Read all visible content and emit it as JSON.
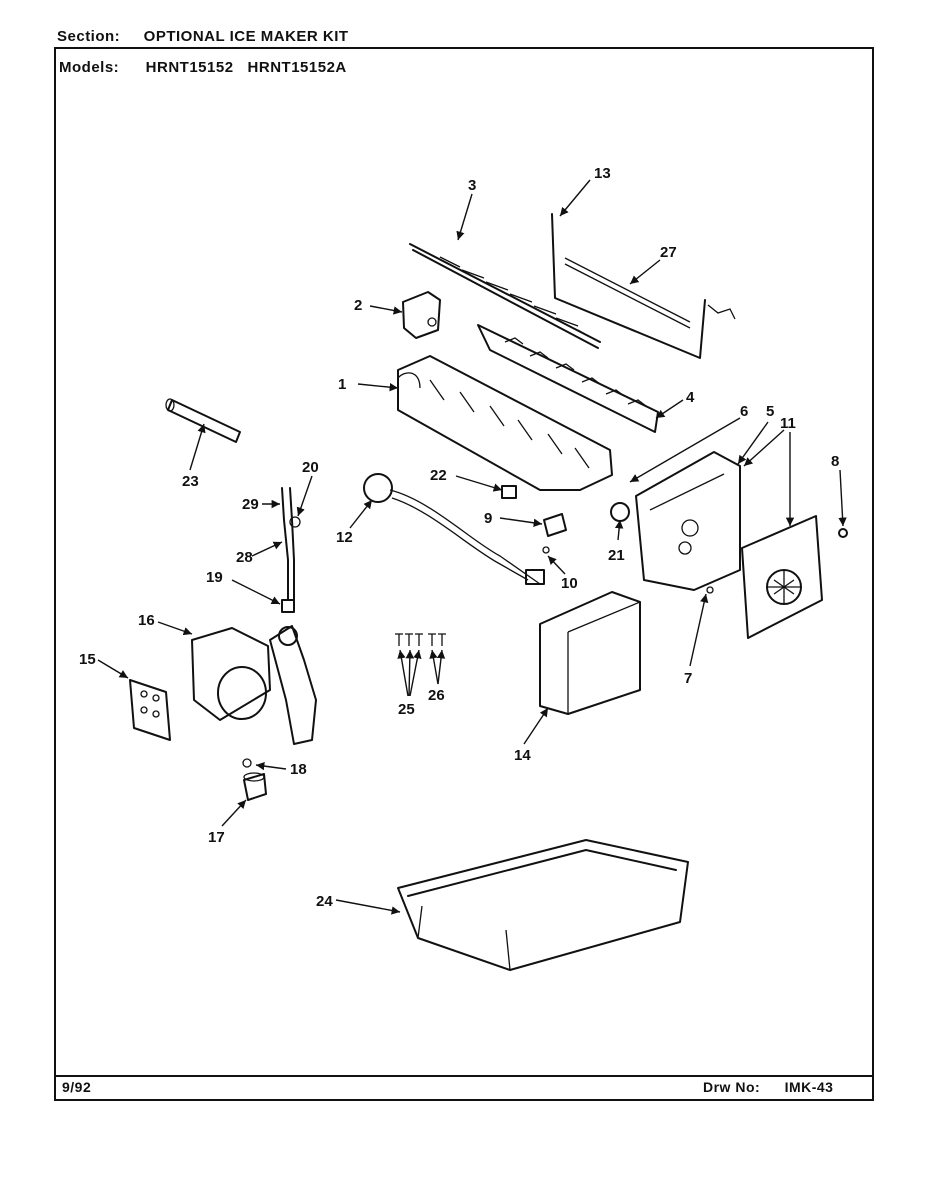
{
  "header": {
    "section_label": "Section:",
    "section_value": "OPTIONAL ICE MAKER KIT",
    "models_label": "Models:",
    "models_value": "HRNT15152   HRNT15152A"
  },
  "footer": {
    "date": "9/92",
    "drawing_label": "Drw No:",
    "drawing_number": "IMK-43"
  },
  "callouts": [
    "1",
    "2",
    "3",
    "4",
    "5",
    "6",
    "7",
    "8",
    "9",
    "10",
    "11",
    "12",
    "13",
    "14",
    "15",
    "16",
    "17",
    "18",
    "19",
    "20",
    "21",
    "22",
    "23",
    "24",
    "25",
    "26",
    "27",
    "28",
    "29"
  ]
}
